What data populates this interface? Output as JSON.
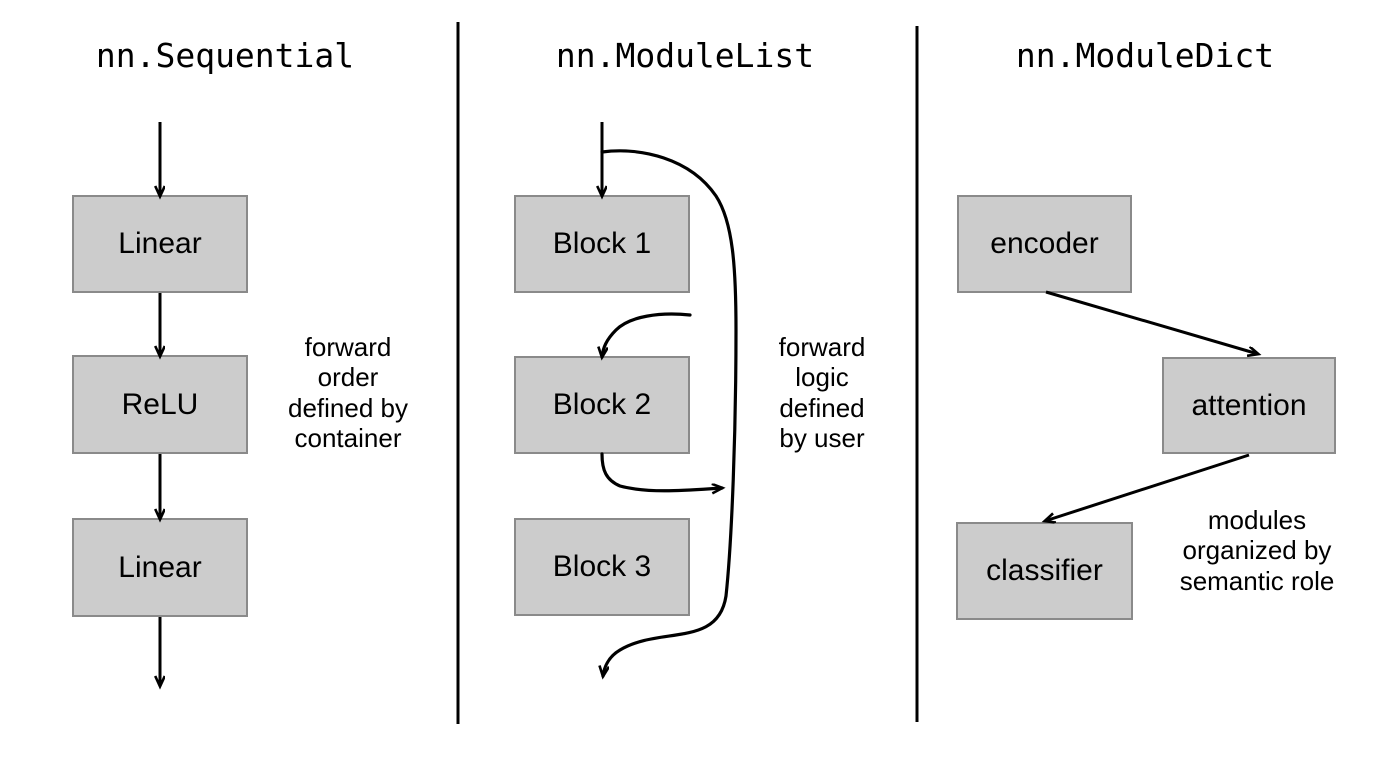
{
  "figure": {
    "background": "#ffffff",
    "box_fill": "#cccccc",
    "box_stroke": "#8a8a8a",
    "line_color": "#000000",
    "divider_color": "#000000"
  },
  "panels": [
    {
      "id": "sequential",
      "title": "nn.Sequential",
      "nodes": [
        {
          "id": "seq-linear-1",
          "label": "Linear"
        },
        {
          "id": "seq-relu",
          "label": "ReLU"
        },
        {
          "id": "seq-linear-2",
          "label": "Linear"
        }
      ],
      "annotation": "forward\norder\ndefined by\ncontainer"
    },
    {
      "id": "modulelist",
      "title": "nn.ModuleList",
      "nodes": [
        {
          "id": "ml-block-1",
          "label": "Block 1"
        },
        {
          "id": "ml-block-2",
          "label": "Block 2"
        },
        {
          "id": "ml-block-3",
          "label": "Block 3"
        }
      ],
      "annotation": "forward\nlogic\ndefined\nby user"
    },
    {
      "id": "moduledict",
      "title": "nn.ModuleDict",
      "nodes": [
        {
          "id": "md-encoder",
          "label": "encoder"
        },
        {
          "id": "md-attention",
          "label": "attention"
        },
        {
          "id": "md-classifier",
          "label": "classifier"
        }
      ],
      "annotation": "modules\norganized by\nsemantic role"
    }
  ]
}
